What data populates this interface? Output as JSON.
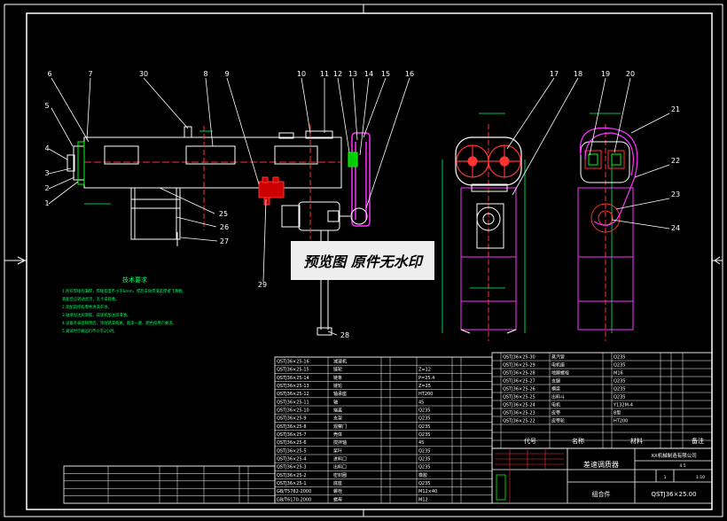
{
  "watermark": "预览图 原件无水印",
  "part_numbers_left": [
    "6",
    "7",
    "30",
    "8",
    "9",
    "10",
    "11",
    "12",
    "13",
    "14",
    "15",
    "16"
  ],
  "part_numbers_left_side": [
    "5",
    "4",
    "3",
    "2",
    "1"
  ],
  "part_numbers_bottom": [
    "25",
    "26",
    "27",
    "29",
    "28"
  ],
  "part_numbers_right": [
    "17",
    "18",
    "19",
    "20",
    "21",
    "22",
    "23",
    "24"
  ],
  "tech_req_title": "技术要求",
  "tech_req_lines": [
    "1.所有焊接均满焊，焊缝高度不小于6mm，焊后去除焊渣及焊接飞溅物。",
    "装配后应转动灵活，无卡滞现象。",
    "2.装配前所有零件清洗干净。",
    "3.轴承加注润滑脂，减速机加注润滑油。",
    "4.设备外表面除锈后，涂防锈漆两遍，面漆一遍，颜色按用户要求。",
    "5.调试时空载运行不少于2小时。"
  ],
  "title_block": {
    "product_name": "差速调质器",
    "project_label": "XX机械制造有限公司",
    "assembly_label": "组合件",
    "drawing_no": "QSTJ36×25.00",
    "col_code": "代号",
    "col_name": "名称",
    "col_material": "材料",
    "col_remark": "备注",
    "scale": "1:10",
    "sheet": "1",
    "weight": "4.5"
  },
  "bom_left": [
    [
      "QSTJ36×25-16",
      "减速机",
      ""
    ],
    [
      "QSTJ36×25-15",
      "链轮",
      "Z=12"
    ],
    [
      "QSTJ36×25-14",
      "链条",
      "P=25.4"
    ],
    [
      "QSTJ36×25-13",
      "链轮",
      "Z=25"
    ],
    [
      "QSTJ36×25-12",
      "轴承座",
      "HT200"
    ],
    [
      "QSTJ36×25-11",
      "轴",
      "45"
    ],
    [
      "QSTJ36×25-10",
      "端盖",
      "Q235"
    ],
    [
      "QSTJ36×25-9",
      "支架",
      "Q235"
    ],
    [
      "QSTJ36×25-8",
      "观察门",
      "Q235"
    ],
    [
      "QSTJ36×25-7",
      "壳体",
      "Q235"
    ],
    [
      "QSTJ36×25-6",
      "搅拌轴",
      "45"
    ],
    [
      "QSTJ36×25-5",
      "桨叶",
      "Q235"
    ],
    [
      "QSTJ36×25-4",
      "进料口",
      "Q235"
    ],
    [
      "QSTJ36×25-3",
      "出料口",
      "Q235"
    ],
    [
      "QSTJ36×25-2",
      "密封圈",
      "橡胶"
    ],
    [
      "QSTJ36×25-1",
      "底座",
      "Q235"
    ],
    [
      "GB/T5782-2000",
      "螺栓",
      "M12×40"
    ],
    [
      "GB/T6170-2000",
      "螺母",
      "M12"
    ]
  ],
  "bom_right": [
    [
      "QSTJ36×25-30",
      "蒸汽管",
      "Q235"
    ],
    [
      "QSTJ36×25-29",
      "电机座",
      "Q235"
    ],
    [
      "QSTJ36×25-28",
      "地脚螺栓",
      "M16"
    ],
    [
      "QSTJ36×25-27",
      "支腿",
      "Q235"
    ],
    [
      "QSTJ36×25-26",
      "横梁",
      "Q235"
    ],
    [
      "QSTJ36×25-25",
      "出料斗",
      "Q235"
    ],
    [
      "QSTJ36×25-24",
      "电机",
      "Y132M-4"
    ],
    [
      "QSTJ36×25-23",
      "皮带",
      "B型"
    ],
    [
      "QSTJ36×25-22",
      "皮带轮",
      "HT200"
    ]
  ]
}
